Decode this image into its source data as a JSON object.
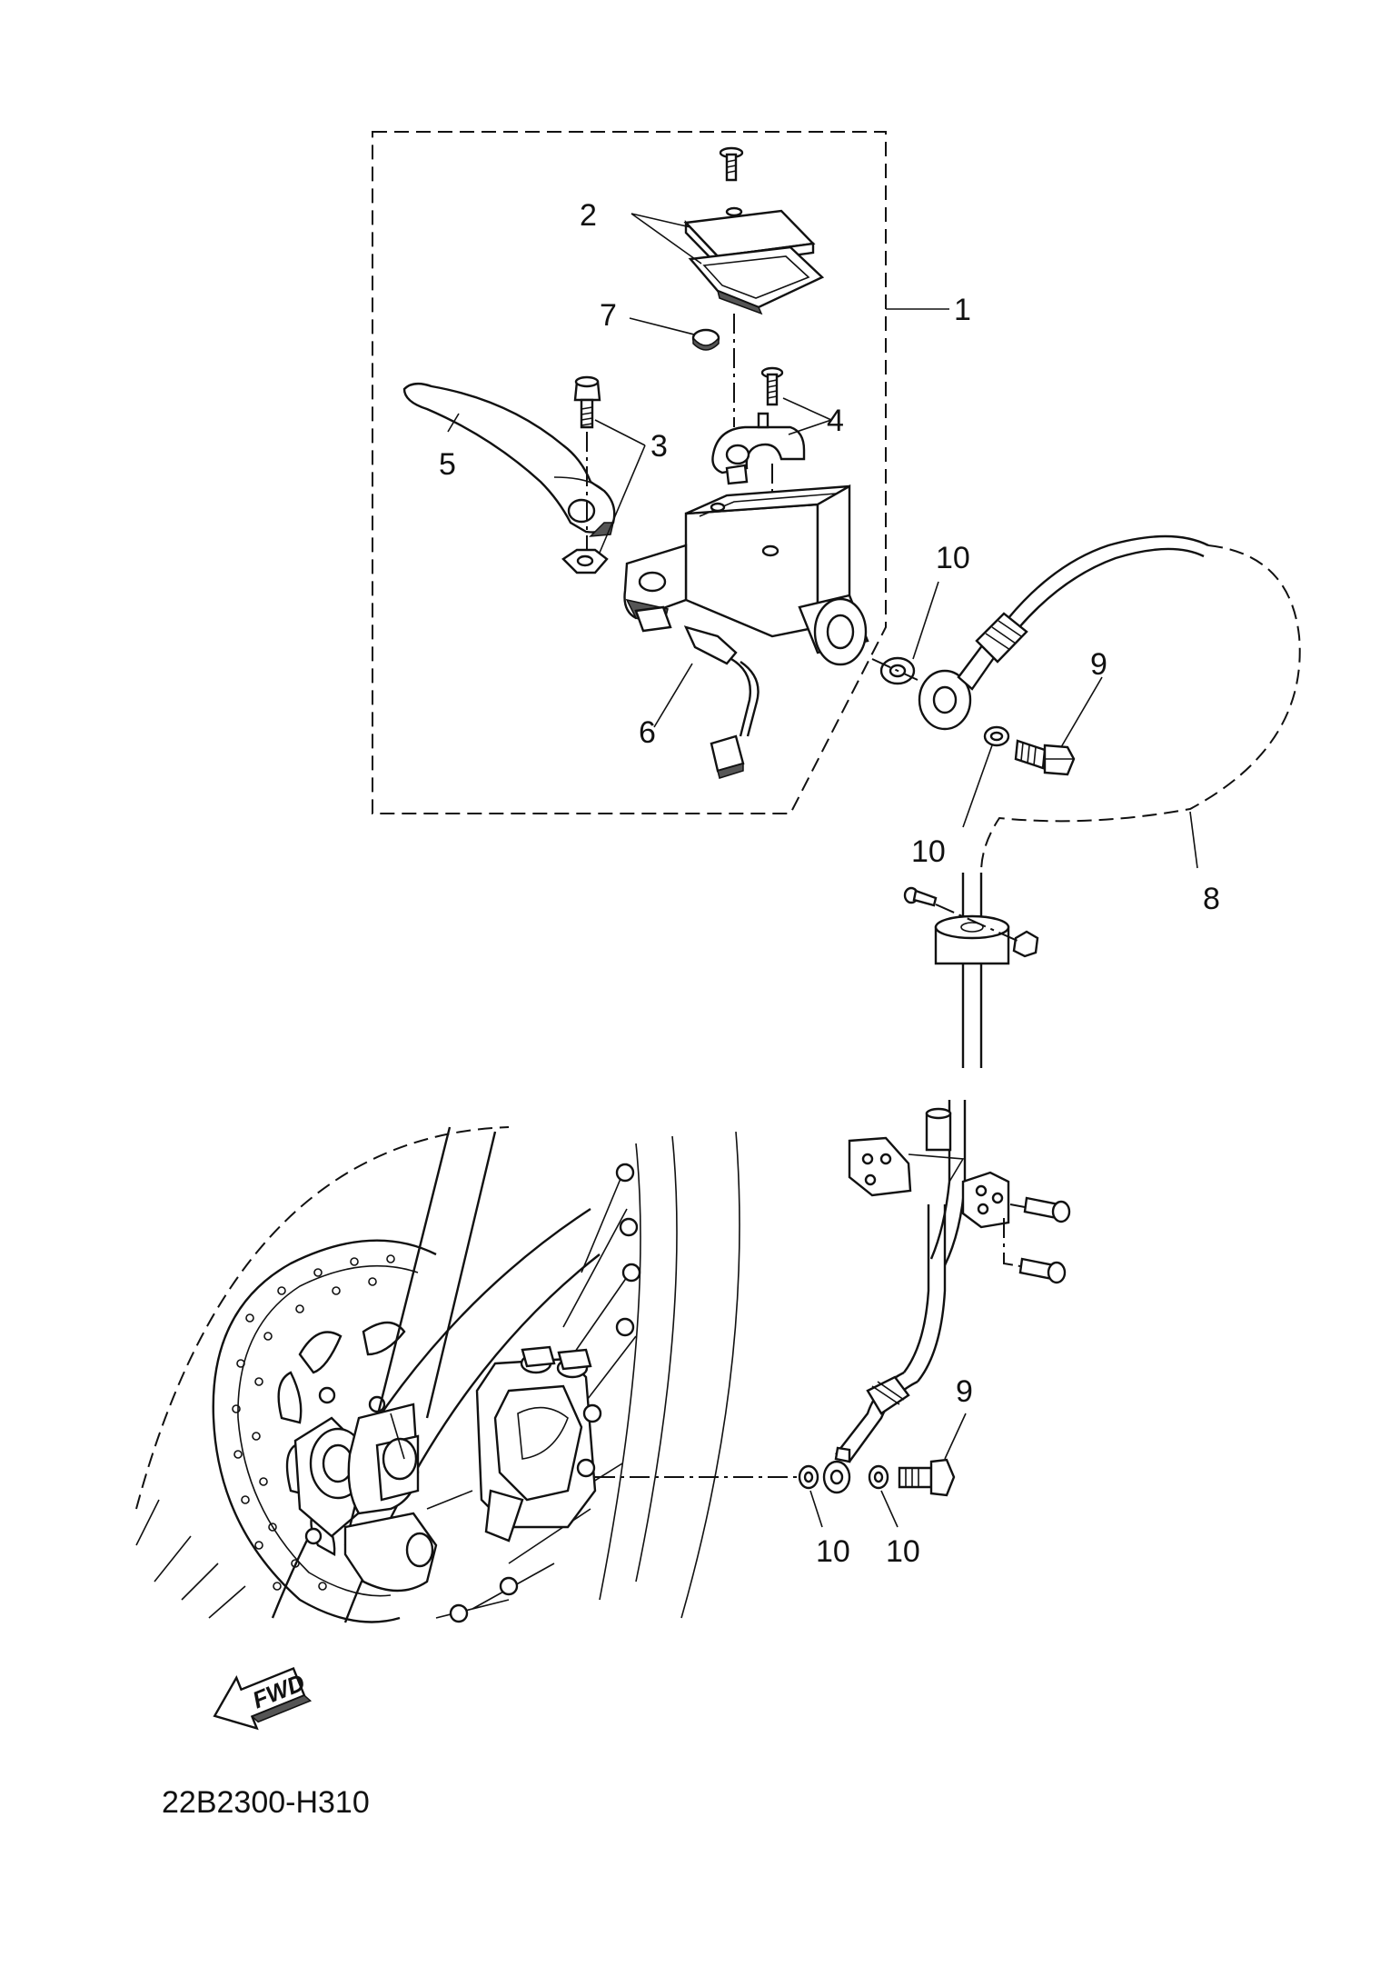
{
  "diagram": {
    "code": "22B2300-H310",
    "fwd_label": "FWD",
    "callouts": [
      {
        "id": "c1",
        "text": "1"
      },
      {
        "id": "c2",
        "text": "2"
      },
      {
        "id": "c3",
        "text": "3"
      },
      {
        "id": "c4",
        "text": "4"
      },
      {
        "id": "c5",
        "text": "5"
      },
      {
        "id": "c6",
        "text": "6"
      },
      {
        "id": "c7",
        "text": "7"
      },
      {
        "id": "c8",
        "text": "8"
      },
      {
        "id": "c9a",
        "text": "9"
      },
      {
        "id": "c9b",
        "text": "9"
      },
      {
        "id": "c10a",
        "text": "10"
      },
      {
        "id": "c10b",
        "text": "10"
      },
      {
        "id": "c10c",
        "text": "10"
      },
      {
        "id": "c10d",
        "text": "10"
      }
    ]
  }
}
